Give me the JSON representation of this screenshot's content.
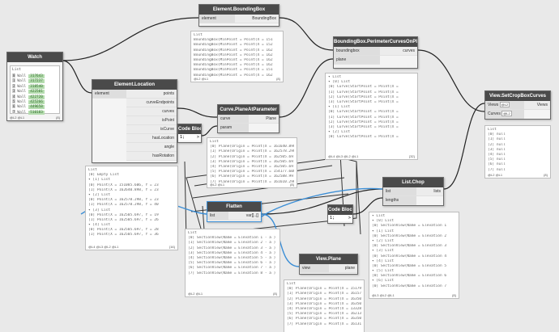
{
  "watch": {
    "title": "Watch",
    "list_label": "List",
    "items": [
      {
        "i": "0",
        "label": "Wall",
        "id": "317643"
      },
      {
        "i": "1",
        "label": "Wall",
        "id": "317237"
      },
      {
        "i": "2",
        "label": "Wall",
        "id": "318540"
      },
      {
        "i": "3",
        "label": "Wall",
        "id": "422501"
      },
      {
        "i": "4",
        "label": "Wall",
        "id": "422720"
      },
      {
        "i": "5",
        "label": "Wall",
        "id": "425266"
      },
      {
        "i": "6",
        "label": "Wall",
        "id": "449658"
      },
      {
        "i": "7",
        "label": "Wall",
        "id": "510183"
      }
    ],
    "footer": "@L2 @L1",
    "count": "{8}"
  },
  "bounding": {
    "title": "Element.BoundingBox",
    "input": "element",
    "output": "BoundingBox",
    "list_label": "List",
    "lines": [
      "BoundingBox(MinPoint = Point(X = 151",
      "BoundingBox(MinPoint = Point(X = 152",
      "BoundingBox(MinPoint = Point(X = 162",
      "BoundingBox(MinPoint = Point(X = 162",
      "BoundingBox(MinPoint = Point(X = 162",
      "BoundingBox(MinPoint = Point(X = 162",
      "BoundingBox(MinPoint = Point(X = 151",
      "BoundingBox(MinPoint = Point(X = 162"
    ],
    "footer": "@L2 @L1",
    "count": "{8}"
  },
  "location": {
    "title": "Element.Location",
    "input": "element",
    "outputs": [
      "points",
      "curveEndpoints",
      "curves",
      "isPoint",
      "isCurve",
      "hasLocation",
      "angle",
      "hasRotation"
    ],
    "preview": {
      "lines": [
        "List",
        "  [0] Empty List",
        "▾ [1] List",
        "    [0] Point(X = 151085.606, Y = 23",
        "    [1] Point(X = 162640.898, Y = 23",
        "▾ [2] List",
        "    [0] Point(X = 162578.298, Y = 23",
        "    [1] Point(X = 162578.298, Y = 40",
        "▾ [3] List",
        "    [0] Point(X = 162505.697, Y = 19",
        "    [1] Point(X = 162505.697, Y = 26",
        "▾ [4] List",
        "    [0] Point(X = 162505.697, Y = 28",
        "    [1] Point(X = 162505.697, Y = 36"
      ],
      "footer": "@L4 @L3 @L2 @L1",
      "count": "{16}"
    }
  },
  "codeblock1": {
    "title": "Code Block",
    "code": "1;",
    "out": ">"
  },
  "planeatparam": {
    "title": "Curve.PlaneAtParameter",
    "inputs": [
      "curve",
      "param"
    ],
    "output": "Plane",
    "preview": {
      "lines": [
        "List",
        "  [0] Plane(Origin = Point(X = 161640.898,",
        "  [1] Plane(Origin = Point(X = 162578.298,",
        "  [2] Plane(Origin = Point(X = 162505.697,",
        "  [3] Plane(Origin = Point(X = 162505.697,",
        "  [4] Plane(Origin = Point(X = 162505.697,",
        "  [5] Plane(Origin = Point(X = 154177.608,",
        "  [6] Plane(Origin = Point(X = 162588.997,",
        "  [7] Plane(Origin = Point(X = 161610.296,"
      ],
      "footer": "@L2 @L1",
      "count": "{8}"
    }
  },
  "perimeter": {
    "title": "BoundingBox.PerimeterCurvesOnPlane",
    "inputs": [
      "boundingbox",
      "plane"
    ],
    "output": "curves",
    "preview": {
      "lines": [
        "▾ List",
        "  ▾ [0] List",
        "      [0] Curve(StartPoint = Point(X =",
        "      [1] Curve(StartPoint = Point(X =",
        "      [2] Curve(StartPoint = Point(X =",
        "      [3] Curve(StartPoint = Point(X =",
        "  ▾ [1] List",
        "      [0] Curve(StartPoint = Point(X =",
        "      [1] Curve(StartPoint = Point(X =",
        "      [2] Curve(StartPoint = Point(X =",
        "      [3] Curve(StartPoint = Point(X =",
        "  ▾ [2] List",
        "      [0] Curve(StartPoint = Point(X ="
      ],
      "footer": "@L4 @L3 @L2 @L1",
      "count": "{32}"
    }
  },
  "setcrop": {
    "title": "View.SetCropBoxCurves",
    "inputs": [
      "Views",
      "Curves"
    ],
    "output": "Views",
    "level_views": "@L2",
    "level_curves": "@L2",
    "preview": {
      "lines": [
        "List",
        "  [0] null",
        "  [1] null",
        "  [2] null",
        "  [3] null",
        "  [4] null",
        "  [5] null",
        "  [6] null",
        "  [7] null"
      ],
      "footer": "@L2 @L1",
      "count": "{8}"
    }
  },
  "flatten": {
    "title": "Flatten",
    "inputs": [
      "list"
    ],
    "output": "var[]..[]",
    "preview": {
      "lines": [
        "List",
        "  [0] SectionView(Name = Elevation 1 - a )",
        "  [1] SectionView(Name = Elevation 2 - a )",
        "  [2] SectionView(Name = Elevation 3 - a )",
        "  [3] SectionView(Name = Elevation 4 - a )",
        "  [4] SectionView(Name = Elevation 5 - a )",
        "  [5] SectionView(Name = Elevation 6 - a )",
        "  [6] SectionView(Name = Elevation 7 - a )",
        "  [7] SectionView(Name = Elevation 8 - a )"
      ],
      "footer": "@L2 @L1",
      "count": "{8}"
    }
  },
  "codeblock2": {
    "title": "Code Block",
    "code": "1;",
    "out": ">"
  },
  "chop": {
    "title": "List.Chop",
    "inputs": [
      "list",
      "lengths"
    ],
    "output": "lists",
    "preview": {
      "lines": [
        "▾ List",
        "  ▾ [0] List",
        "      [0] SectionView(Name = Elevation 1",
        "  ▾ [1] List",
        "      [0] SectionView(Name = Elevation 2",
        "  ▾ [2] List",
        "      [0] SectionView(Name = Elevation 3",
        "  ▾ [3] List",
        "      [0] SectionView(Name = Elevation 4",
        "  ▾ [4] List",
        "      [0] SectionView(Name = Elevation 5",
        "  ▾ [5] List",
        "      [0] SectionView(Name = Elevation 6",
        "  ▾ [6] List",
        "      [0] SectionView(Name = Elevation 7"
      ],
      "footer": "@L3 @L2 @L1",
      "count": "{8}"
    }
  },
  "viewplane": {
    "title": "View.Plane",
    "input": "view",
    "output": "plane",
    "preview": {
      "lines": [
        "List",
        "  [0] Plane(Origin = Point(X = 151791.440,",
        "  [1] Plane(Origin = Point(X = 161577.298,",
        "  [2] Plane(Origin = Point(X = 163506.797,",
        "  [3] Plane(Origin = Point(X = 163506.797,",
        "  [4] Plane(Origin = Point(X = 133282.786,",
        "  [5] Plane(Origin = Point(X = 162134.208,",
        "  [6] Plane(Origin = Point(X = 163506.797,",
        "  [7] Plane(Origin = Point(X = 161311.936,"
      ]
    }
  },
  "colors": {
    "header": "#4a4a4a",
    "wire": "#222222",
    "selected_wire": "#3b8ed6",
    "watch_value": "#b6ddb0"
  }
}
